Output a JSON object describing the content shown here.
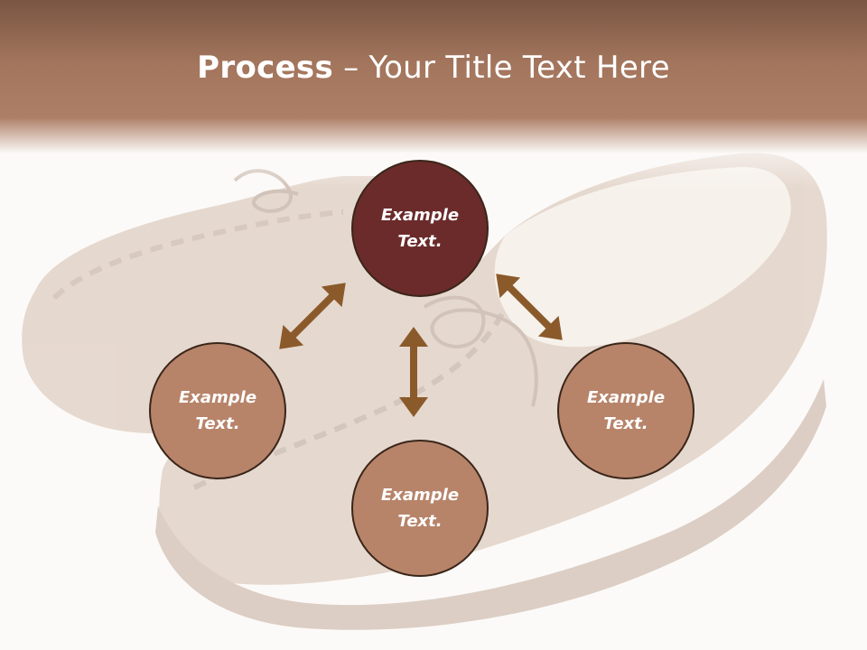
{
  "title": {
    "bold": "Process",
    "rest": " – Your Title Text Here"
  },
  "nodes": {
    "top": "Example Text.",
    "left": "Example Text.",
    "right": "Example Text.",
    "bottom": "Example Text."
  },
  "colors": {
    "banner": "#a3755d",
    "node_primary": "#6b2b2b",
    "node_secondary": "#b7846a",
    "arrow": "#8b5a2b"
  },
  "background_image": "moccasin-slippers-photo"
}
